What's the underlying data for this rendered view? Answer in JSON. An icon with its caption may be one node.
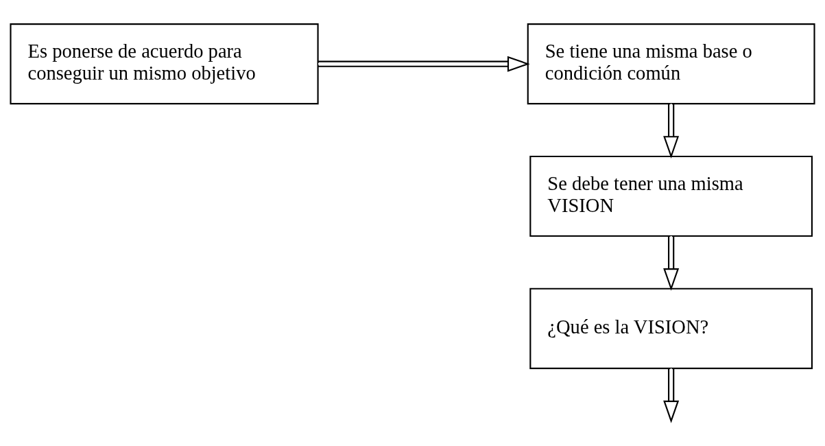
{
  "diagram": {
    "nodes": [
      {
        "text": [
          "Es ponerse de acuerdo para conseguir un mismo objetivo"
        ]
      },
      {
        "text": [
          "Se tiene una misma base o condición común"
        ]
      },
      {
        "text": [
          "Se debe tener una misma VISION"
        ]
      },
      {
        "text": [
          "¿Qué es la VISION?"
        ]
      }
    ],
    "edges": [
      {
        "from": 0,
        "to": 1,
        "arrow": "to"
      },
      {
        "from": 1,
        "to": 2,
        "arrow": "to"
      },
      {
        "from": 2,
        "to": 3,
        "arrow": "to"
      },
      {
        "from": 3,
        "to": null,
        "arrow": "to"
      }
    ]
  }
}
